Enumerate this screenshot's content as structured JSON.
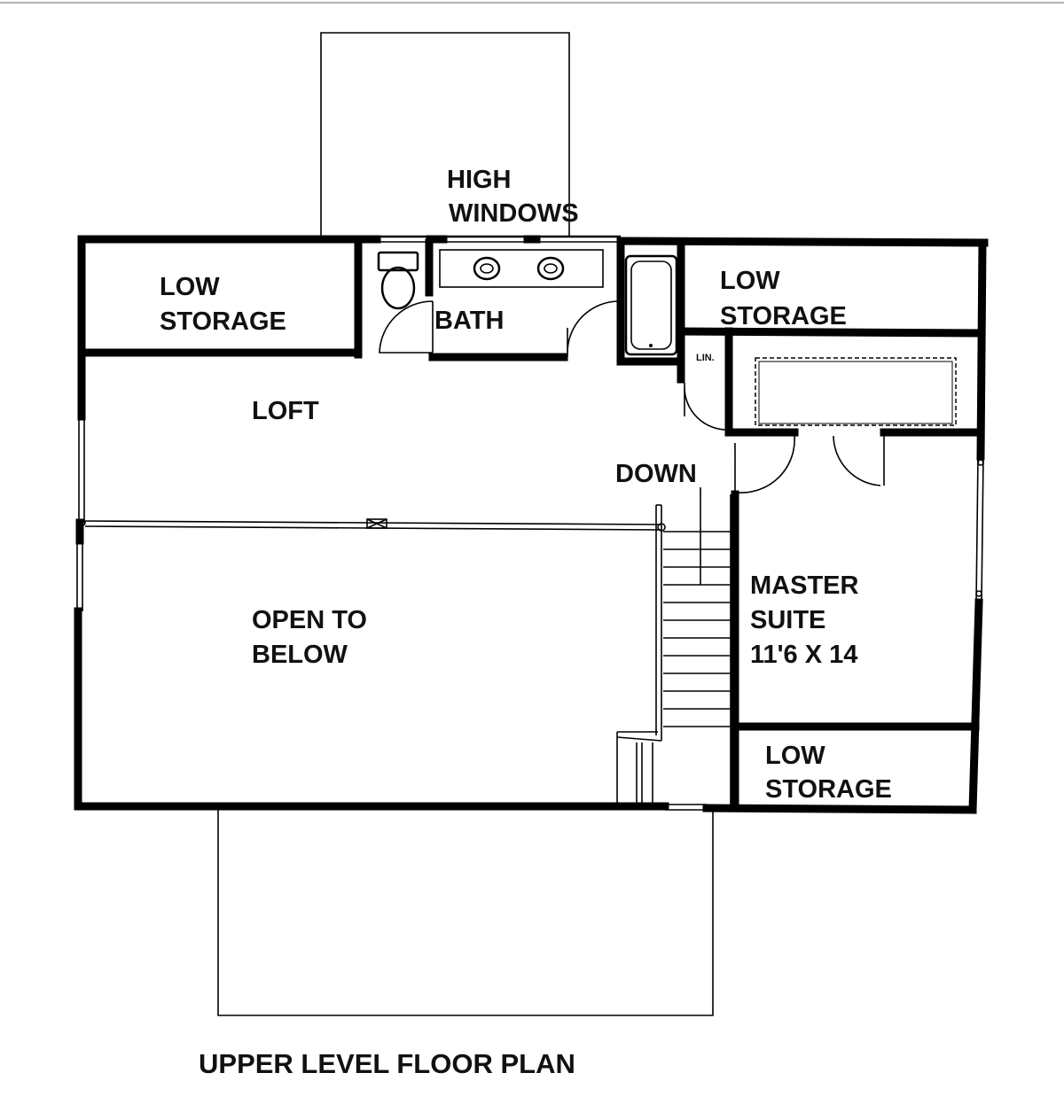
{
  "plan": {
    "caption": "UPPER LEVEL FLOOR PLAN",
    "rooms": {
      "high_windows_line1": "HIGH",
      "high_windows_line2": "WINDOWS",
      "low_storage_nw_line1": "LOW",
      "low_storage_nw_line2": "STORAGE",
      "bath": "BATH",
      "low_storage_ne_line1": "LOW",
      "low_storage_ne_line2": "STORAGE",
      "linen": "LIN.",
      "loft": "LOFT",
      "down": "DOWN",
      "open_line1": "OPEN TO",
      "open_line2": "BELOW",
      "master_line1": "MASTER",
      "master_line2": "SUITE",
      "master_dims": "11'6 X 14",
      "low_storage_se_line1": "LOW",
      "low_storage_se_line2": "STORAGE"
    }
  }
}
